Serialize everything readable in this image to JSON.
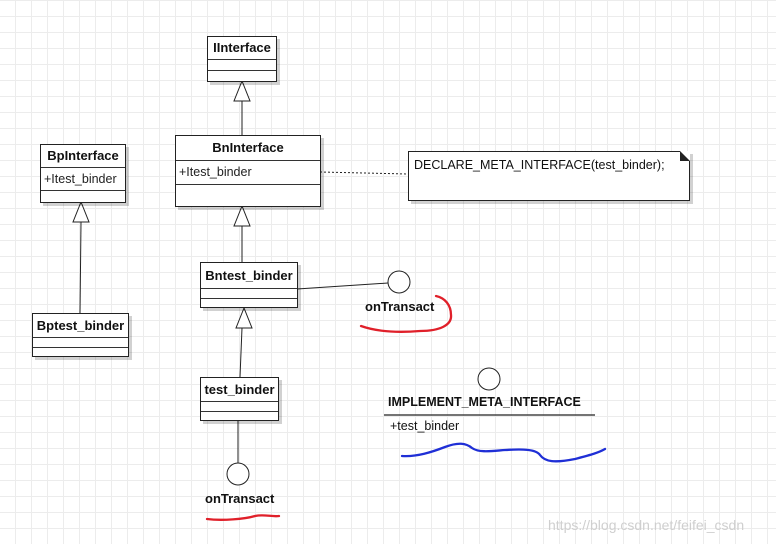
{
  "diagram": {
    "classes": {
      "iinterface": {
        "name": "IInterface"
      },
      "bninterface": {
        "name": "BnInterface",
        "attr": "+Itest_binder"
      },
      "bpinterface": {
        "name": "BpInterface",
        "attr": "+Itest_binder"
      },
      "bntest_binder": {
        "name": "Bntest_binder"
      },
      "bptest_binder": {
        "name": "Bptest_binder"
      },
      "test_binder": {
        "name": "test_binder"
      }
    },
    "note": {
      "text": "DECLARE_META_INTERFACE(test_binder);"
    },
    "interfaces": {
      "ontransact_1": {
        "label": "onTransact"
      },
      "ontransact_2": {
        "label": "onTransact"
      },
      "implement": {
        "name": "IMPLEMENT_META_INTERFACE",
        "attr": "+test_binder"
      }
    },
    "annotation_colors": {
      "red": "#e0202a",
      "blue": "#1f2fd6"
    }
  },
  "watermark": "https://blog.csdn.net/feifei_csdn"
}
